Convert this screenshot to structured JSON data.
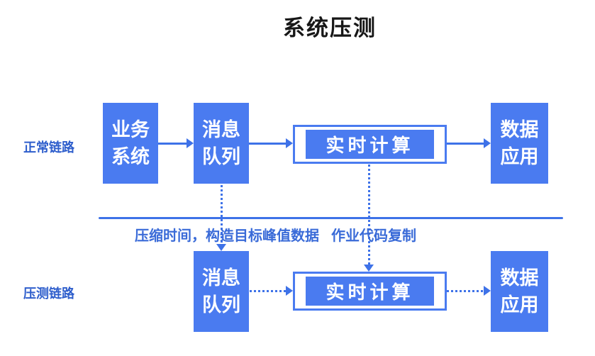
{
  "title": "系统压测",
  "colors": {
    "node_fill": "#4a7bf0",
    "node_text": "#ffffff",
    "line_blue": "#3e72e8",
    "row_label_blue": "#2e5ecc",
    "annotation_blue": "#3a6bd8",
    "title_color": "#171717",
    "canvas_bg": "#ffffff"
  },
  "rows": {
    "normal": {
      "label": "正常链路"
    },
    "stress": {
      "label": "压测链路"
    }
  },
  "nodes": {
    "business_system": {
      "line1": "业务",
      "line2": "系统"
    },
    "message_queue_top": {
      "line1": "消息",
      "line2": "队列"
    },
    "realtime_compute_top": {
      "label": "实时计算"
    },
    "data_app_top": {
      "line1": "数据",
      "line2": "应用"
    },
    "message_queue_bottom": {
      "line1": "消息",
      "line2": "队列"
    },
    "realtime_compute_bottom": {
      "label": "实时计算"
    },
    "data_app_bottom": {
      "line1": "数据",
      "line2": "应用"
    }
  },
  "annotations": {
    "queue_clone": "压缩时间，构造目标峰值数据",
    "job_clone": "作业代码复制"
  }
}
